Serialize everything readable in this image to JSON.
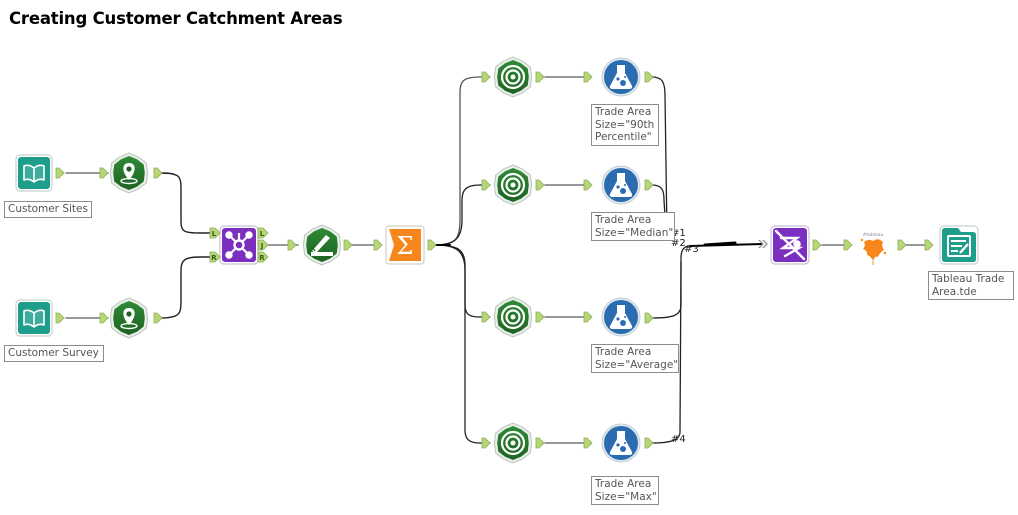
{
  "title": "Creating Customer Catchment Areas",
  "tools": {
    "input_sites": {
      "type": "Input Data",
      "icon": "book-icon",
      "annotation": "Customer Sites"
    },
    "spatial_sites": {
      "type": "Create Points",
      "icon": "map-pin-icon"
    },
    "input_survey": {
      "type": "Input Data",
      "icon": "book-icon",
      "annotation": "Customer Survey"
    },
    "spatial_survey": {
      "type": "Create Points",
      "icon": "map-pin-icon"
    },
    "join": {
      "type": "Spatial Match",
      "icon": "network-icon",
      "anchors_in": [
        "L",
        "R"
      ],
      "anchors_out": [
        "L",
        "J",
        "R"
      ]
    },
    "distance": {
      "type": "Distance",
      "icon": "ruler-icon"
    },
    "summarize": {
      "type": "Summarize",
      "icon": "sigma-icon"
    },
    "tradearea_1": {
      "type": "Trade Area",
      "icon": "target-icon"
    },
    "tradearea_2": {
      "type": "Trade Area",
      "icon": "target-icon"
    },
    "tradearea_3": {
      "type": "Trade Area",
      "icon": "target-icon"
    },
    "tradearea_4": {
      "type": "Trade Area",
      "icon": "target-icon"
    },
    "formula_1": {
      "type": "Formula",
      "icon": "flask-icon",
      "annotation": "Trade Area\nSize=\"90th\nPercentile\""
    },
    "formula_2": {
      "type": "Formula",
      "icon": "flask-icon",
      "annotation": "Trade Area\nSize=\"Median\""
    },
    "formula_3": {
      "type": "Formula",
      "icon": "flask-icon",
      "annotation": "Trade Area\nSize=\"Average\""
    },
    "formula_4": {
      "type": "Formula",
      "icon": "flask-icon",
      "annotation": "Trade Area\nSize=\"Max\""
    },
    "union": {
      "type": "Union",
      "icon": "union-icon"
    },
    "tableau": {
      "type": "Tableau Shapes",
      "icon": "tableau-splash-icon",
      "brand": "tableau"
    },
    "output": {
      "type": "Output Data",
      "icon": "document-icon",
      "annotation": "Tableau Trade\nArea.tde"
    }
  },
  "union_inputs": [
    "#1",
    "#2",
    "#3",
    "#4"
  ],
  "colors": {
    "teal": "#1e9e8a",
    "green": "#2e7d32",
    "purple": "#7b2fbf",
    "orange": "#f7861c",
    "blue": "#2b6cb0",
    "anchor": "#b5d778"
  }
}
